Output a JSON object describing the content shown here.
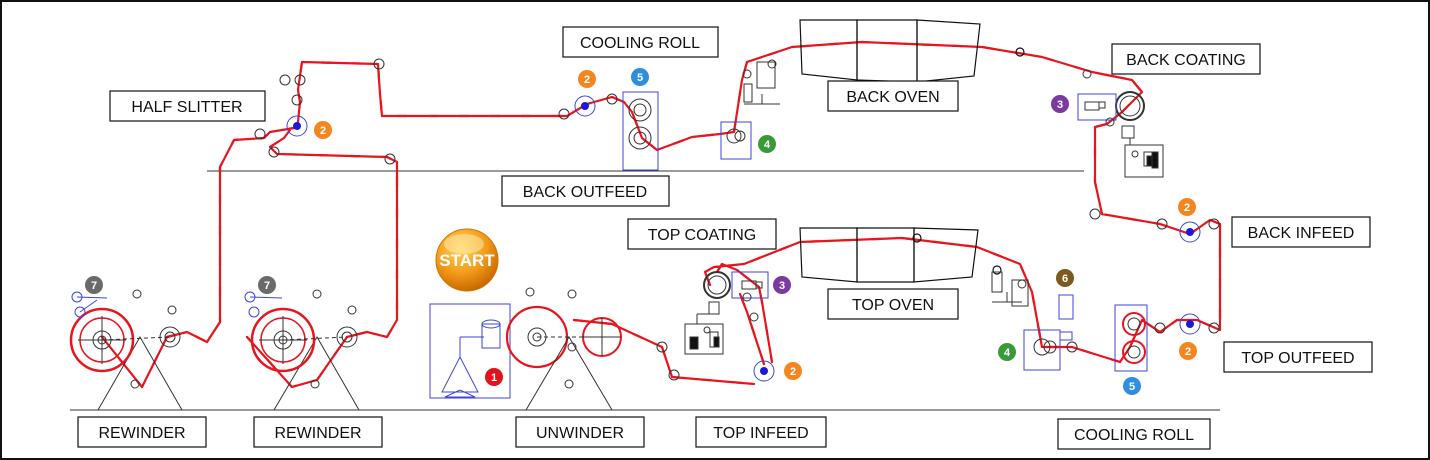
{
  "labels": {
    "half_slitter": "HALF SLITTER",
    "cooling_roll_top": "COOLING ROLL",
    "back_oven": "BACK OVEN",
    "back_coating": "BACK COATING",
    "back_outfeed": "BACK OUTFEED",
    "back_infeed": "BACK INFEED",
    "top_coating": "TOP COATING",
    "top_oven": "TOP OVEN",
    "top_outfeed": "TOP OUTFEED",
    "rewinder_1": "REWINDER",
    "rewinder_2": "REWINDER",
    "unwinder": "UNWINDER",
    "top_infeed": "TOP INFEED",
    "cooling_roll_bottom": "COOLING ROLL",
    "start": "START"
  },
  "badges": {
    "b1": "1",
    "b2": "2",
    "b3": "3",
    "b4": "4",
    "b5": "5",
    "b6": "6",
    "b7": "7"
  },
  "colors": {
    "web_path": "#e8141e",
    "web_dash": "#2a3fd6",
    "equipment_outline": "#3b46d6",
    "badge_1": "#e0141e",
    "badge_2": "#f5861f",
    "badge_3": "#7a3a9e",
    "badge_4": "#3a9a3a",
    "badge_5": "#2e8fe0",
    "badge_6": "#7a5a1e",
    "badge_7": "#6a6a6a",
    "start_button": "#f29a1a"
  }
}
